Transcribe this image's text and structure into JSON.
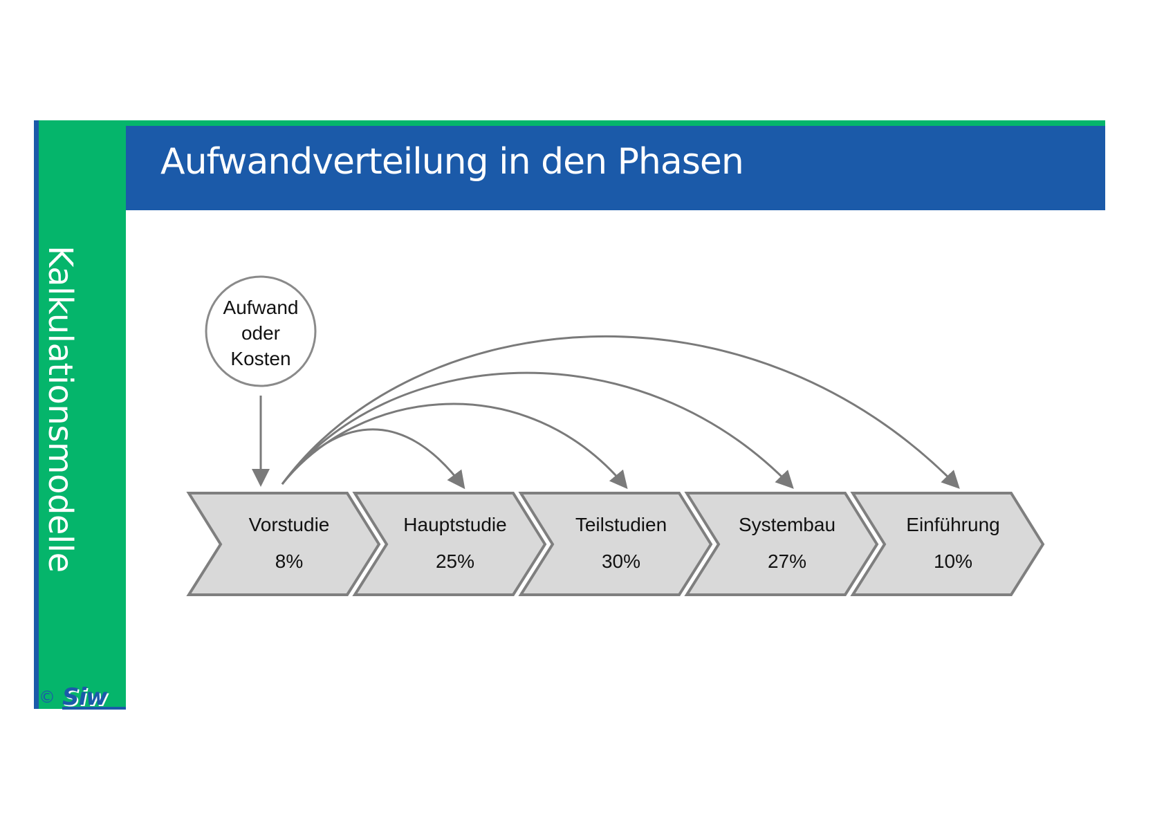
{
  "title": "Aufwandverteilung in den Phasen",
  "sidebar_label": "Kalkulationsmodelle",
  "logo": {
    "copyright": "©",
    "text": "Siw"
  },
  "source_node": {
    "lines": [
      "Aufwand",
      "oder",
      "Kosten"
    ]
  },
  "phases": [
    {
      "name": "Vorstudie",
      "percent": "8%"
    },
    {
      "name": "Hauptstudie",
      "percent": "25%"
    },
    {
      "name": "Teilstudien",
      "percent": "30%"
    },
    {
      "name": "Systembau",
      "percent": "27%"
    },
    {
      "name": "Einführung",
      "percent": "10%"
    }
  ],
  "colors": {
    "green": "#05b56b",
    "blue": "#1b5aa9",
    "phase_fill": "#d9d9d9",
    "phase_stroke": "#7f7f7f",
    "arrow": "#7a7a7a"
  }
}
